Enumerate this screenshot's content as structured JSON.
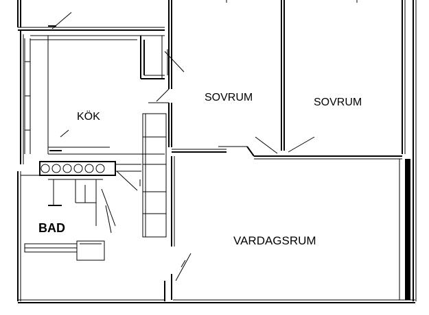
{
  "rooms": {
    "kok": "KÖK",
    "sovrum_left": "SOVRUM",
    "sovrum_right": "SOVRUM",
    "bad": "BAD",
    "vardagsrum": "VARDAGSRUM"
  },
  "colors": {
    "ink": "#000000",
    "paper": "#ffffff"
  }
}
